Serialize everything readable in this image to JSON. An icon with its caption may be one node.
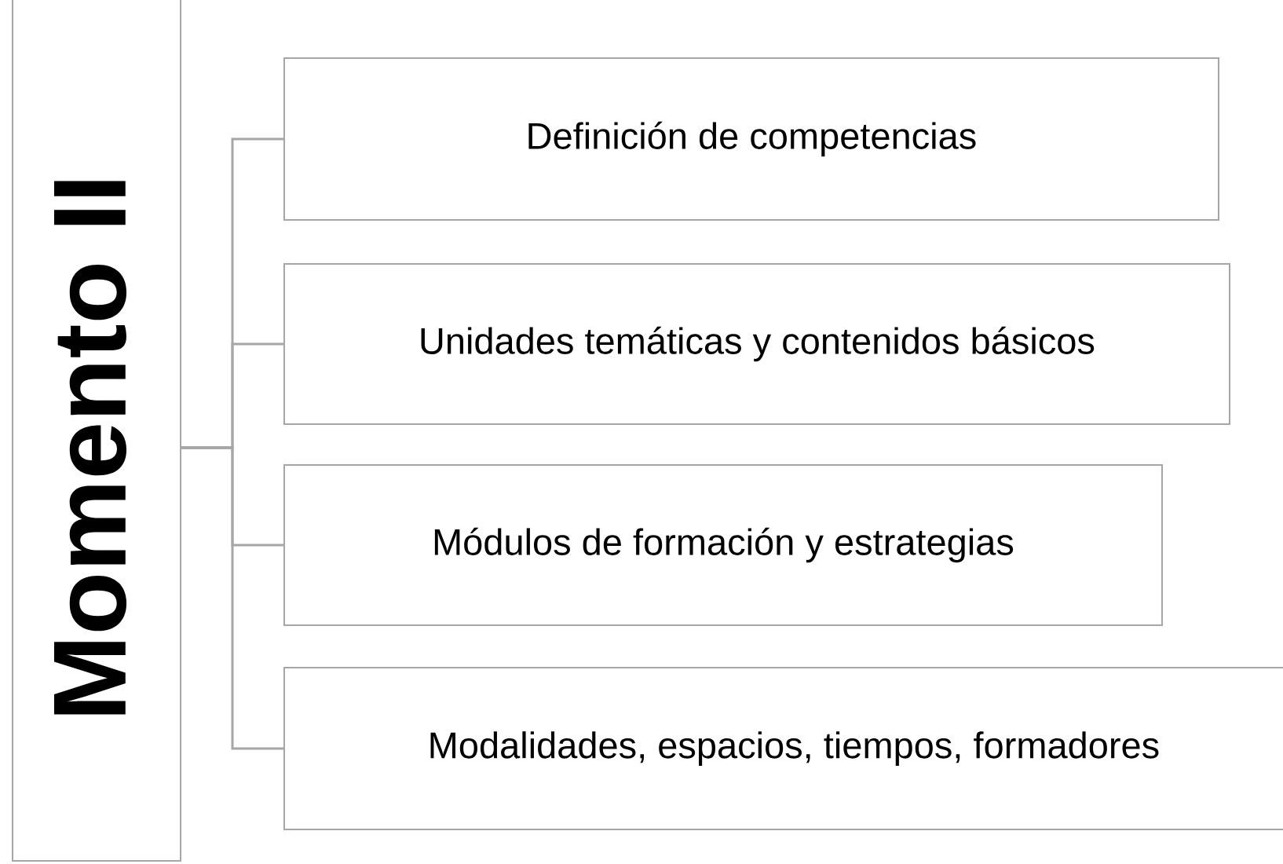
{
  "diagram": {
    "nodes": [
      {
        "text": [
          "Momento II"
        ]
      },
      {
        "text": [
          "Definición de competencias"
        ]
      },
      {
        "text": [
          "Unidades temáticas y contenidos básicos"
        ]
      },
      {
        "text": [
          "Módulos de formación y estrategias"
        ]
      },
      {
        "text": [
          "Modalidades, espacios, tiempos, formadores"
        ]
      }
    ],
    "edges": [
      {
        "from": 0,
        "to": 1,
        "arrow": "none"
      },
      {
        "from": 0,
        "to": 2,
        "arrow": "none"
      },
      {
        "from": 0,
        "to": 3,
        "arrow": "none"
      },
      {
        "from": 0,
        "to": 4,
        "arrow": "none"
      }
    ]
  }
}
